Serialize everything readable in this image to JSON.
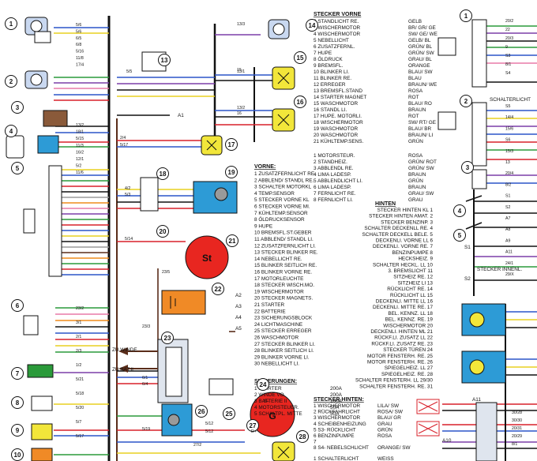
{
  "colors": {
    "brown": "#5a2d1a",
    "black": "#111111",
    "blue": "#2c55c8",
    "red": "#d8202a",
    "green": "#2a9a3a",
    "yellow": "#e8d020",
    "orange": "#ef8b1c",
    "grey": "#9a9a9a",
    "violet": "#7c3fa8",
    "pink": "#e87aa8",
    "white": "#f4f4f4",
    "lamp": "#f2e63a",
    "starter": "#e82620",
    "relay": "#2d9bd6",
    "fuse": "#c9d8f0",
    "battery": "#f08a26"
  },
  "legend_vorne": {
    "title": "VORNE:",
    "items": [
      "1 ZUSATZFERNLICHT RE.",
      "2 ABBLEND/ STANDL RE.",
      "3 SCHALTER MOTORKL",
      "4 TEMP.SENSOR",
      "5 STECKER VORNE KL",
      "6 STECKER VORNE MI.",
      "7 KÜHLTEMP.SENSOR",
      "8 ÖLDRUCKSENSOR",
      "9 HUPE",
      "10 BREMSFL.ST.GEBER",
      "11 ABBLEND/ STANDL LI.",
      "12 ZUSATZFERNLICHT LI.",
      "13 STECKER BLINKER RE.",
      "14 NEBELLICHT RE.",
      "15 BLINKER SEITLICH RE.",
      "16 BLINKER VORNE RE.",
      "17 MOTORLEUCHTE",
      "18 STECKER WISCH.MO.",
      "19 WISCHERMOTOR",
      "20 STECKER MAGNETS.",
      "21 STARTER",
      "22 BATTERIE",
      "23 SICHERUNGSBLOCK",
      "24 LICHTMASCHINE",
      "25 STECKER ERREGER",
      "26 WASCHMOTOR",
      "27 STECKER BLINKER LI.",
      "28 BLINKER SEITLICH LI.",
      "29 BLINKER VORNE LI.",
      "30 NEBELLICHT LI."
    ]
  },
  "legend_sicherungen": {
    "title": "SICHERUNGEN:",
    "items": [
      {
        "label": "1 STARTER",
        "value": "200A"
      },
      {
        "label": "2 WINDE VO.",
        "value": "200A"
      },
      {
        "label": "3 BATTERIE II",
        "value": "100A"
      },
      {
        "label": "4 MOTORSTEUER.",
        "value": "50A"
      },
      {
        "label": "5 SCHALTPL. MITTE",
        "value": "50A"
      }
    ]
  },
  "legend_stecker_vorne": {
    "title": "STECKER VORNE",
    "items": [
      {
        "label": "2 STANDLICHT RE.",
        "value": "GELB"
      },
      {
        "label": "3 WISCHERMOTOR",
        "value": "BR/ GR/ GE"
      },
      {
        "label": "4 WISCHERMOTOR",
        "value": "SW/ GE/ WE"
      },
      {
        "label": "5 NEBELLICHT",
        "value": "GELB/ BL"
      },
      {
        "label": "6 ZUSATZFERNL.",
        "value": "GRÜN/ BL"
      },
      {
        "label": "7 HUPE",
        "value": "GRÜN/ SW"
      },
      {
        "label": "8 ÖLDRUCK",
        "value": "GRAU/ BL"
      },
      {
        "label": "9 BREMSFL.",
        "value": "ORANGE"
      },
      {
        "label": "10 BLINKER LI.",
        "value": "BLAU/ SW"
      },
      {
        "label": "11 BLINKER RE.",
        "value": "BLAU"
      },
      {
        "label": "12 ERREGER",
        "value": "BRAUN/ WE"
      },
      {
        "label": "13 BREMSFL.STAND",
        "value": "ROSA"
      },
      {
        "label": "14 STARTER MAGNET",
        "value": "ROT"
      },
      {
        "label": "15 WASCHMOTOR",
        "value": "BLAU/ RO"
      },
      {
        "label": "16 STANDL LI.",
        "value": "BRAUN"
      },
      {
        "label": "17 HUPE. MOTORLI.",
        "value": "ROT"
      },
      {
        "label": "18 WISCHERMOTOR",
        "value": "SW/ RT/ GE"
      },
      {
        "label": "19 WASCHMOTOR",
        "value": "BLAU/ BR"
      },
      {
        "label": "20 WASCHMOTOR",
        "value": "BRAUN/ LI"
      },
      {
        "label": "21 KÜHLTEMP.SENS.",
        "value": "GRÜN"
      },
      {
        "label": "1 MOTORSTEUR.",
        "value": "ROSA"
      },
      {
        "label": "2 STANDHEIZ.",
        "value": "GRÜN/ ROT"
      },
      {
        "label": "3 ABBLENDL RE.",
        "value": "GRÜN/ SW"
      },
      {
        "label": "4 LIMA LADESP.",
        "value": "BRAUN"
      },
      {
        "label": "5 ABBLENDLICHT LI.",
        "value": "GRÜN"
      },
      {
        "label": "6 LIMA LADESP.",
        "value": "BRAUN"
      },
      {
        "label": "7 FERNLICHT RE.",
        "value": "GRAU/ SW"
      },
      {
        "label": "8 FERNLICHT LI.",
        "value": "GRAU"
      }
    ]
  },
  "legend_hinten": {
    "title": "HINTEN",
    "items": [
      "STECKER HINTEN KL 1",
      "STECKER HINTEN AMAT. 2",
      "STECKER BENZINP. 3",
      "SCHALTER DECKENLL RE. 4",
      "SCHALTER DECKELL BELE. 5",
      "DECKENLI. VORNE LL 6",
      "DECKENLI. VORNE RE. 7",
      "BENZINPUMPE 8",
      "HECKSHEIZ. 9",
      "SCHALTER HECKL. LL 10",
      "3. BREMSLICHT 11",
      "SITZHEIZ RE. 12",
      "SITZHEIZ LI 13",
      "RÜCKLICHT RE. 14",
      "RÜCKLICHT LL 15",
      "DECKENLI. MITTE LL 16",
      "DECKENLI. MITTE RE. 17",
      "BEL. KENNZ. LL 18",
      "BEL. KENNZ. RE. 19",
      "WISCHERMOTOR 20",
      "DECKENLI. HINTEN ML 21",
      "RÜCKF.LI. ZUSATZ LL 22",
      "RÜCKF.LI. ZUSATZ RE. 23",
      "STECKER TÜREN 24",
      "MOTOR FENSTERH. RE. 25",
      "MOTOR FENSTERH. RE. 26",
      "SPIEGELHEIZ. LL 27",
      "SPIEGELHEIZ. RE. 28",
      "SCHALTER FENSTERH. LL 29/30",
      "SCHALTER FENSTERH. RE. 31"
    ]
  },
  "legend_stecker_hinten": {
    "title": "STECKER HINTEN:",
    "items": [
      {
        "label": "1 WISCHERMOTOR",
        "value": "LILA/ SW"
      },
      {
        "label": "2 RÜCKFAHRLICHT",
        "value": "ROSA/ SW"
      },
      {
        "label": "3 WISCHERMOTOR",
        "value": "BLAU/ GR"
      },
      {
        "label": "4 SCHEIBENHEIZUNG",
        "value": "GRAU"
      },
      {
        "label": "5 S3- RÜCKLICHT",
        "value": "GRÜN"
      },
      {
        "label": "6 BENZINPUMPE",
        "value": "ROSA"
      },
      {
        "label": "7",
        "value": ""
      },
      {
        "label": "8 S4- NEBELSCHLICHT",
        "value": "ORANGE/ SW"
      },
      {
        "label": "1 SCHALTERLICHT",
        "value": "WEISS"
      }
    ]
  },
  "components": {
    "left": [
      "1",
      "2",
      "3",
      "4",
      "5",
      "6",
      "7",
      "8",
      "9",
      "10"
    ],
    "mid": [
      "13",
      "14",
      "15",
      "16",
      "17",
      "18",
      "19",
      "20",
      "21",
      "22",
      "23",
      "24",
      "25",
      "26",
      "27",
      "28"
    ],
    "right": [
      "1",
      "2",
      "3",
      "4",
      "5"
    ],
    "starter": "St",
    "generator": "G",
    "a_labels": [
      "A1",
      "A2",
      "A3",
      "A4",
      "A5",
      "A10",
      "A11"
    ],
    "s_labels": [
      "S1",
      "S2"
    ],
    "zu_winde": "ZU WINDE",
    "zu_bat": "ZU BAT.II",
    "plus_b": "B+",
    "d_plus": "D+",
    "schalterlicht": "SCHALTERLICHT",
    "stecker_innenl": "STECKER INNENL."
  },
  "wire_codes": {
    "left_top": [
      "5/6",
      "5/6",
      "6/5",
      "6/8",
      "5/16",
      "11/8",
      "17/4"
    ],
    "left_mid": [
      "13/2",
      "18/1",
      "5/15",
      "11/3",
      "16/2",
      "12/1",
      "5/2",
      "11/6"
    ],
    "left_low": [
      "23/2",
      "3/1",
      "2/1",
      "2/3",
      "1/2",
      "5/21",
      "5/18",
      "5/20",
      "5/7",
      "5/17"
    ],
    "mid": [
      "13/3",
      "13/1",
      "13/2",
      "15",
      "16",
      "2/4",
      "5/17",
      "4/2",
      "5/3",
      "5/14",
      "23/5",
      "23/3",
      "6/1",
      "6/4",
      "5/12",
      "5/12",
      "5/19",
      "27/2",
      "5/5"
    ],
    "right_top": [
      "20/2",
      "22",
      "20/3",
      "9",
      "S3",
      "8/1",
      "S4"
    ],
    "right_mid": [
      "S5",
      "14/4",
      "15/6",
      "S6",
      "15/3",
      "13",
      "20/4",
      "8/2",
      "S1",
      "S2",
      "A7",
      "A8",
      "A9",
      "A11",
      "24/1",
      "29/X"
    ],
    "right_low": [
      "30/28",
      "30/30",
      "20/31",
      "20/29",
      "8/1"
    ]
  }
}
